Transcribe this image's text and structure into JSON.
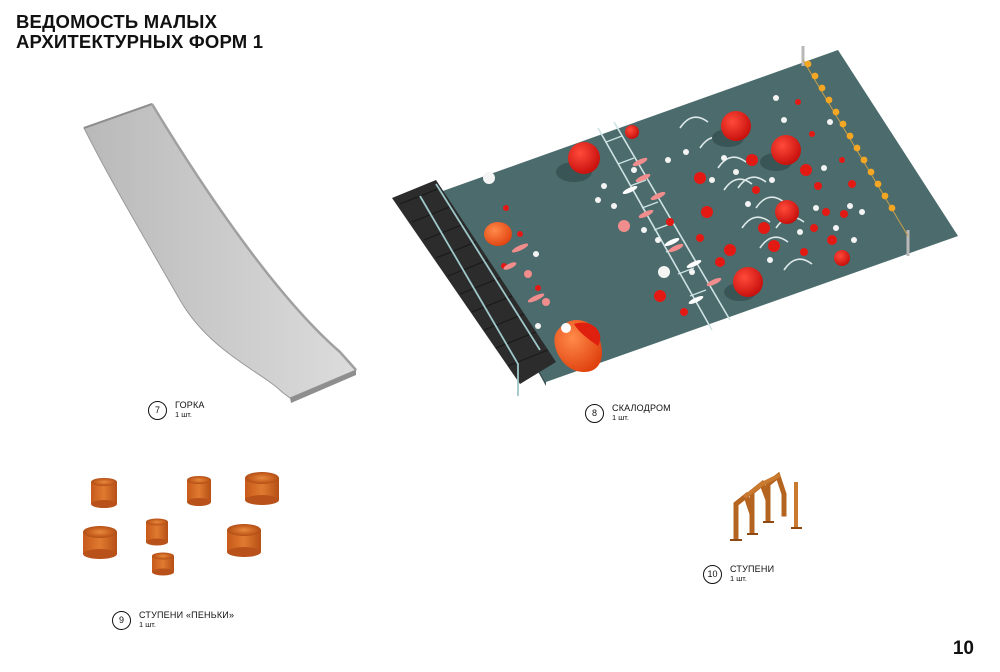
{
  "header": {
    "title_line1": "ВЕДОМОСТЬ МАЛЫХ",
    "title_line2": "АРХИТЕКТУРНЫХ ФОРМ 1"
  },
  "items": [
    {
      "number": "7",
      "name": "ГОРКА",
      "qty": "1 шт."
    },
    {
      "number": "8",
      "name": "СКАЛОДРОМ",
      "qty": "1 шт."
    },
    {
      "number": "9",
      "name": "СТУПЕНИ «ПЕНЬКИ»",
      "qty": "1 шт."
    },
    {
      "number": "10",
      "name": "СТУПЕНИ",
      "qty": "1 шт."
    }
  ],
  "page_number": "10",
  "colors": {
    "wall": "#4b6b6c",
    "hold_red": "#e01a16",
    "hold_orange": "#f04a1a",
    "hold_pink": "#f08a8a",
    "stump": "#d4621f",
    "slide": "#c9c9c9"
  }
}
